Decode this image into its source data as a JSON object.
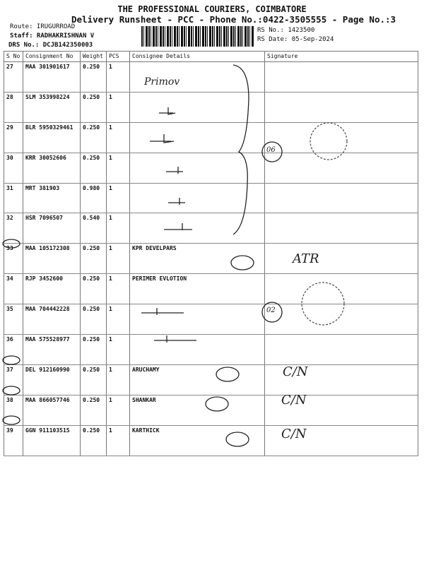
{
  "header": {
    "company": "THE PROFESSIONAL COURIERS, COIMBATORE",
    "subtitle": "Delivery Runsheet - PCC - Phone No.:0422-3505555 - Page No.:3",
    "route": "Route: IRUGURROAD",
    "staff": "Staff: RADHAKRISHNAN V",
    "drs": "DRS No.: DCJB142350003",
    "rs_no": "RS No.: 1423500",
    "rs_date": "RS Date: 05-Sep-2024"
  },
  "table": {
    "columns": [
      "S No",
      "Consignment No",
      "Weight",
      "PCS",
      "Consignee Details",
      "Signature"
    ],
    "rows": [
      {
        "sno": "27",
        "cons": "MAA 301901617",
        "weight": "0.250",
        "pcs": "1",
        "consignee": ""
      },
      {
        "sno": "28",
        "cons": "SLM 353998224",
        "weight": "0.250",
        "pcs": "1",
        "consignee": ""
      },
      {
        "sno": "29",
        "cons": "BLR 5950329461",
        "weight": "0.250",
        "pcs": "1",
        "consignee": ""
      },
      {
        "sno": "30",
        "cons": "KRR 30052606",
        "weight": "0.250",
        "pcs": "1",
        "consignee": ""
      },
      {
        "sno": "31",
        "cons": "MRT 381903",
        "weight": "0.980",
        "pcs": "1",
        "consignee": ""
      },
      {
        "sno": "32",
        "cons": "HSR 7096507",
        "weight": "0.540",
        "pcs": "1",
        "consignee": ""
      },
      {
        "sno": "33",
        "cons": "MAA 105172308",
        "weight": "0.250",
        "pcs": "1",
        "consignee": "KPR DEVELPARS"
      },
      {
        "sno": "34",
        "cons": "RJP 3452600",
        "weight": "0.250",
        "pcs": "1",
        "consignee": "PERIMER EVLOTION"
      },
      {
        "sno": "35",
        "cons": "MAA 704442228",
        "weight": "0.250",
        "pcs": "1",
        "consignee": ""
      },
      {
        "sno": "36",
        "cons": "MAA 575528977",
        "weight": "0.250",
        "pcs": "1",
        "consignee": ""
      },
      {
        "sno": "37",
        "cons": "DEL 912160990",
        "weight": "0.250",
        "pcs": "1",
        "consignee": "ARUCHAMY"
      },
      {
        "sno": "38",
        "cons": "MAA 866057746",
        "weight": "0.250",
        "pcs": "1",
        "consignee": "SHANKAR"
      },
      {
        "sno": "39",
        "cons": "GGN 911103515",
        "weight": "0.250",
        "pcs": "1",
        "consignee": "KARTHICK"
      }
    ]
  },
  "handwriting": {
    "note1": "Primov",
    "note2": "06",
    "note3": "ATR",
    "note4": "02",
    "cn1": "C/N",
    "cn2": "C/N",
    "cn3": "C/N"
  }
}
